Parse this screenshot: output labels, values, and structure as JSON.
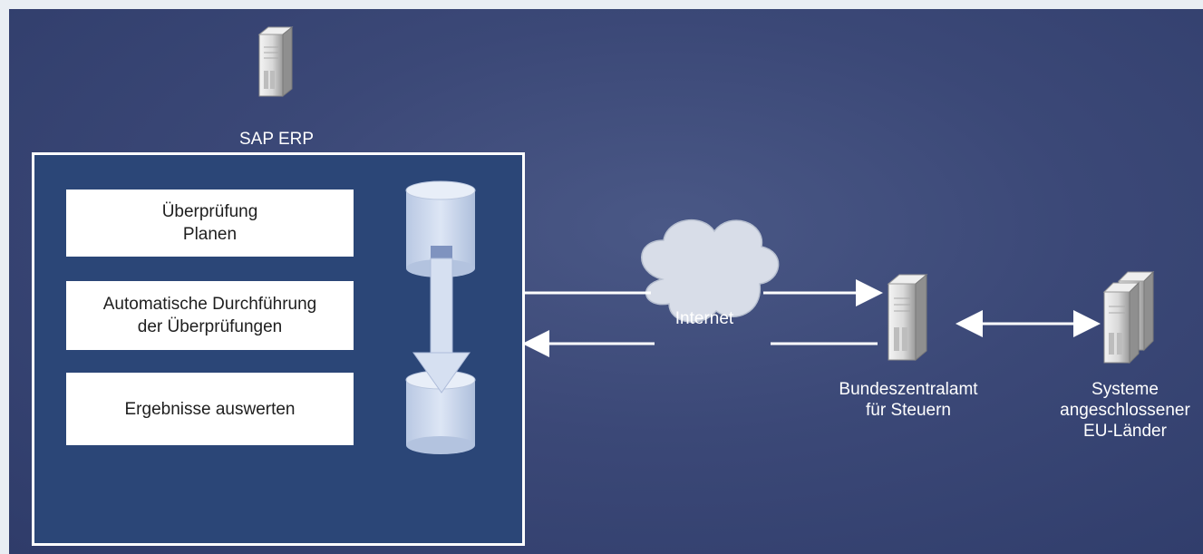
{
  "erp": {
    "title": "SAP ERP",
    "steps": [
      {
        "line1": "Überprüfung",
        "line2": "Planen"
      },
      {
        "line1": "Automatische Durchführung",
        "line2": "der Überprüfungen"
      },
      {
        "line1": "Ergebnisse auswerten",
        "line2": ""
      }
    ]
  },
  "network": {
    "cloud_label": "Internet"
  },
  "bzst": {
    "line1": "Bundeszentralamt",
    "line2": "für Steuern"
  },
  "eu": {
    "line1": "Systeme",
    "line2": "angeschlossener",
    "line3": "EU-Länder"
  },
  "icons": [
    "server-icon",
    "database-icon",
    "cloud-icon",
    "server-cluster-icon"
  ],
  "colors": {
    "background": "#3b4877",
    "box_fill": "#2b4677",
    "box_border": "#ffffff",
    "step_fill": "#ffffff",
    "arrow": "#ffffff",
    "cylinder": "#c5d3ea",
    "cloud": "#d7dde8"
  }
}
